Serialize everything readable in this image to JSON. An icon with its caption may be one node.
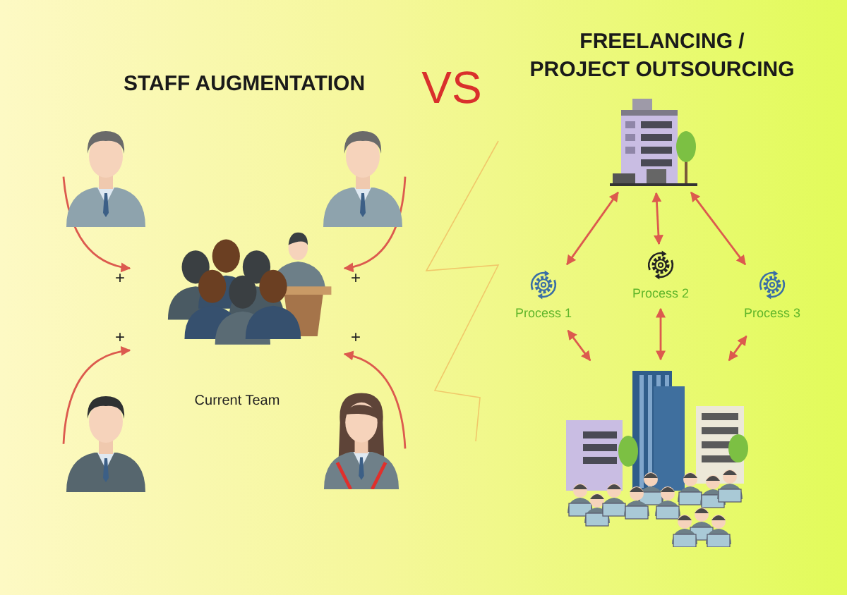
{
  "diagram": {
    "nodes": [
      {
        "text": [],
        "shape": "person"
      },
      {
        "text": [],
        "shape": "person"
      },
      {
        "text": [
          "Current Team"
        ]
      },
      {
        "text": [],
        "shape": "person"
      },
      {
        "text": [],
        "shape": "person"
      },
      {
        "text": [],
        "shape": "picture"
      },
      {
        "text": [
          "Process 1"
        ]
      },
      {
        "text": [
          "Process 2"
        ]
      },
      {
        "text": [
          "Process 3"
        ]
      },
      {
        "text": [],
        "shape": "picture"
      }
    ],
    "edges": [
      {
        "from": 0,
        "to": 2,
        "arrow": "to"
      },
      {
        "from": 1,
        "to": 2,
        "arrow": "to"
      },
      {
        "from": 3,
        "to": 2,
        "arrow": "to"
      },
      {
        "from": 4,
        "to": 2,
        "arrow": "to"
      },
      {
        "from": 5,
        "to": 6,
        "arrow": "both"
      },
      {
        "from": 5,
        "to": 7,
        "arrow": "both"
      },
      {
        "from": 5,
        "to": 8,
        "arrow": "both"
      },
      {
        "from": 6,
        "to": 9,
        "arrow": "both"
      },
      {
        "from": 7,
        "to": 9,
        "arrow": "both"
      },
      {
        "from": 8,
        "to": 9,
        "arrow": "both"
      }
    ],
    "labels": [
      "STAFF AUGMENTATION",
      "VS",
      "FREELANCING / PROJECT OUTSOURCING",
      "+",
      "+",
      "+",
      "+"
    ]
  }
}
